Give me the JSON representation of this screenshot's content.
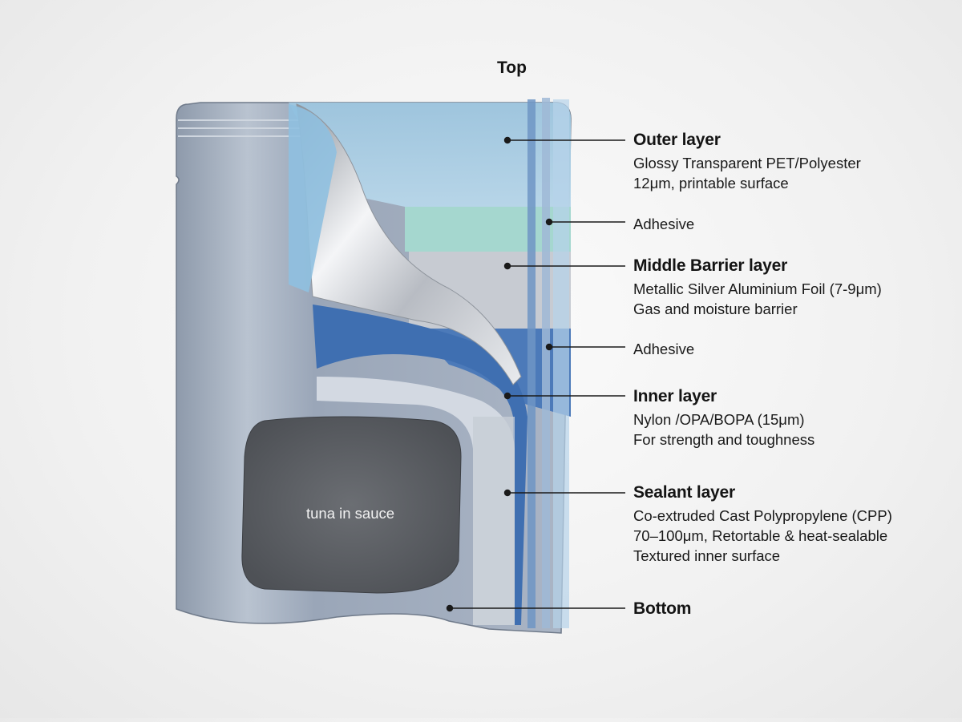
{
  "diagram": {
    "top_label": "Top",
    "content_label": "tuna in sauce",
    "layers": [
      {
        "title": "Outer layer",
        "lines": [
          "Glossy Transparent PET/Polyester",
          "12μm, printable surface"
        ]
      },
      {
        "title": "Adhesive"
      },
      {
        "title": "Middle Barrier layer",
        "lines": [
          "Metallic Silver Aluminium Foil (7-9μm)",
          "Gas and moisture barrier"
        ]
      },
      {
        "title": "Adhesive"
      },
      {
        "title": "Inner layer",
        "lines": [
          "Nylon /OPA/BOPA (15μm)",
          "For strength and toughness"
        ]
      },
      {
        "title": "Sealant layer",
        "lines": [
          "Co-extruded Cast Polypropylene (CPP)",
          "70–100μm, Retortable & heat-sealable",
          "Textured inner surface"
        ]
      },
      {
        "title": "Bottom"
      }
    ],
    "colors": {
      "pet": "#a9cde3",
      "adhesive": "#a7d9d0",
      "foil": "#c9ccd2",
      "nylon": "#4a78b8",
      "cpp": "#c3cbd6",
      "pouch": "#a9b4c4"
    }
  }
}
